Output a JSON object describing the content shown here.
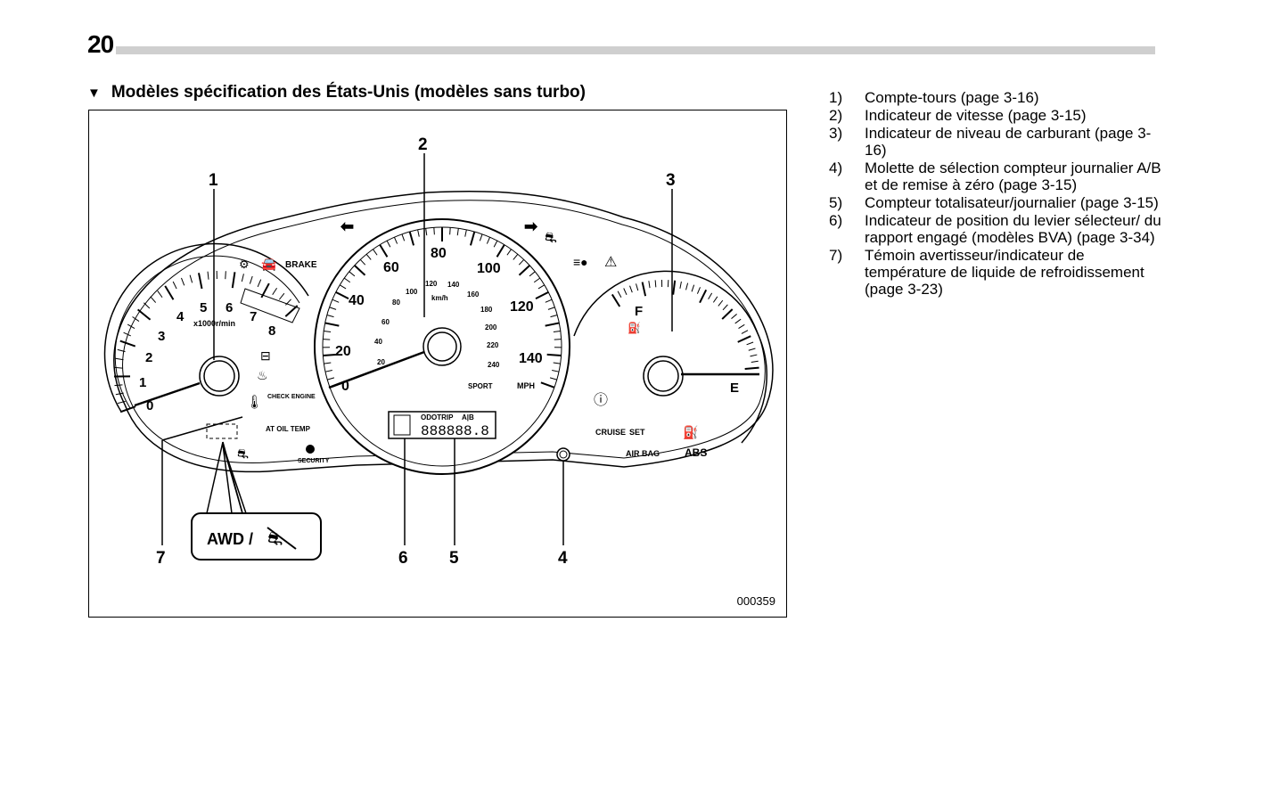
{
  "page": {
    "number": "20"
  },
  "section": {
    "bullet": "▼",
    "title": "Modèles spécification des États-Unis (modèles sans turbo)"
  },
  "figure": {
    "code": "000359",
    "callouts": [
      "1",
      "2",
      "3",
      "4",
      "5",
      "6",
      "7"
    ],
    "tachometer": {
      "ticks": [
        "1",
        "2",
        "3",
        "4",
        "5",
        "6",
        "7",
        "8"
      ],
      "zero": "0",
      "unit": "x1000r/min"
    },
    "speedometer": {
      "mph_ticks": [
        "0",
        "20",
        "40",
        "60",
        "80",
        "100",
        "120",
        "140"
      ],
      "kmh_ticks": [
        "20",
        "40",
        "60",
        "80",
        "100",
        "120",
        "140",
        "160",
        "180",
        "200",
        "220",
        "240"
      ],
      "kmh_unit": "km/h",
      "mph_unit": "MPH",
      "sport": "SPORT"
    },
    "fuel": {
      "full": "F",
      "empty": "E"
    },
    "warnings": {
      "brake": "BRAKE",
      "check_engine": "CHECK ENGINE",
      "at_oil_temp": "AT OIL TEMP",
      "security": "SECURITY",
      "cruise": "CRUISE",
      "set": "SET",
      "air_bag": "AIR BAG",
      "abs": "ABS"
    },
    "odometer": {
      "label": "ODOTRIP",
      "ab": "A|B",
      "digits": "888888.8"
    },
    "awd_box": "AWD /"
  },
  "legend": [
    {
      "num": "1)",
      "text": "Compte-tours (page 3-16)"
    },
    {
      "num": "2)",
      "text": "Indicateur de vitesse (page 3-15)"
    },
    {
      "num": "3)",
      "text": "Indicateur de niveau de carburant (page 3-16)"
    },
    {
      "num": "4)",
      "text": "Molette de sélection compteur journalier A/B et de remise à zéro (page 3-15)"
    },
    {
      "num": "5)",
      "text": "Compteur totalisateur/journalier (page 3-15)"
    },
    {
      "num": "6)",
      "text": "Indicateur de position du levier sélecteur/ du rapport engagé (modèles BVA) (page 3-34)"
    },
    {
      "num": "7)",
      "text": "Témoin avertisseur/indicateur de température de liquide de refroidissement (page 3-23)"
    }
  ]
}
